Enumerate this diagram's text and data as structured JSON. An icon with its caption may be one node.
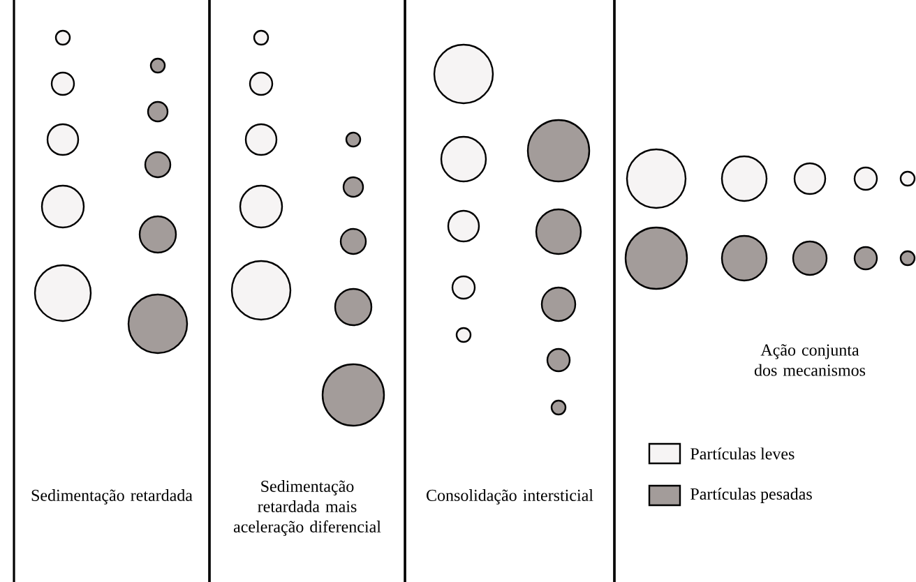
{
  "diagram": {
    "nodes": [
      {
        "text": [
          "Sedimentação retardada"
        ]
      },
      {
        "text": [
          "Sedimentação retardada mais aceleração diferencial"
        ]
      },
      {
        "text": [
          "Consolidação intersticial"
        ]
      },
      {
        "text": [
          "Ação conjunta dos mecanismos"
        ]
      }
    ],
    "legend": [
      {
        "text": "Partículas leves",
        "color": "#f6f4f4"
      },
      {
        "text": "Partículas pesadas",
        "color": "#a39c9a"
      }
    ]
  }
}
